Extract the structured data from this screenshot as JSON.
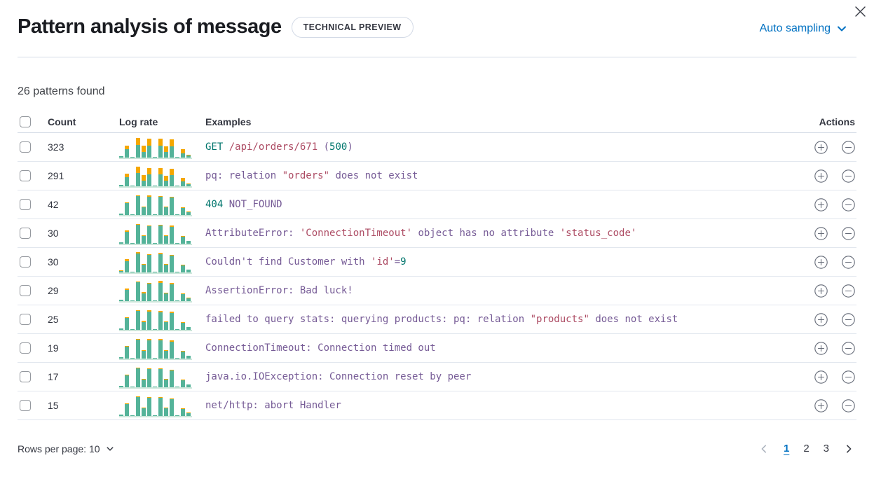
{
  "header": {
    "title": "Pattern analysis of message",
    "badge": "TECHNICAL PREVIEW",
    "sampling_label": "Auto sampling"
  },
  "summary": "26 patterns found",
  "table": {
    "columns": {
      "count": "Count",
      "log_rate": "Log rate",
      "examples": "Examples",
      "actions": "Actions"
    },
    "rows": [
      {
        "count": "323",
        "bars": [
          [
            2,
            0
          ],
          [
            12,
            5
          ],
          [
            1,
            0
          ],
          [
            18,
            10
          ],
          [
            8,
            9
          ],
          [
            17,
            10
          ],
          [
            1,
            0
          ],
          [
            17,
            10
          ],
          [
            8,
            8
          ],
          [
            16,
            10
          ],
          [
            1,
            0
          ],
          [
            6,
            6
          ],
          [
            3,
            1
          ]
        ],
        "example": [
          {
            "t": "GET ",
            "c": "teal"
          },
          {
            "t": "/api/orders/671",
            "c": "red"
          },
          {
            "t": " (",
            "c": "purple"
          },
          {
            "t": "500",
            "c": "teal"
          },
          {
            "t": ")",
            "c": "purple"
          }
        ]
      },
      {
        "count": "291",
        "bars": [
          [
            2,
            0
          ],
          [
            13,
            5
          ],
          [
            1,
            0
          ],
          [
            19,
            9
          ],
          [
            8,
            8
          ],
          [
            17,
            9
          ],
          [
            1,
            0
          ],
          [
            17,
            9
          ],
          [
            8,
            7
          ],
          [
            16,
            9
          ],
          [
            1,
            0
          ],
          [
            7,
            5
          ],
          [
            3,
            1
          ]
        ],
        "example": [
          {
            "t": "pq: relation ",
            "c": "purple"
          },
          {
            "t": "\"orders\"",
            "c": "red"
          },
          {
            "t": " does not exist",
            "c": "purple"
          }
        ]
      },
      {
        "count": "42",
        "bars": [
          [
            2,
            0
          ],
          [
            17,
            1
          ],
          [
            1,
            0
          ],
          [
            27,
            1
          ],
          [
            11,
            1
          ],
          [
            26,
            2
          ],
          [
            1,
            0
          ],
          [
            26,
            1
          ],
          [
            11,
            1
          ],
          [
            25,
            1
          ],
          [
            1,
            0
          ],
          [
            10,
            1
          ],
          [
            4,
            1
          ]
        ],
        "example": [
          {
            "t": "404",
            "c": "teal"
          },
          {
            "t": " NOT_FOUND",
            "c": "purple"
          }
        ]
      },
      {
        "count": "30",
        "bars": [
          [
            2,
            0
          ],
          [
            17,
            2
          ],
          [
            1,
            0
          ],
          [
            27,
            1
          ],
          [
            11,
            1
          ],
          [
            25,
            1
          ],
          [
            1,
            0
          ],
          [
            26,
            1
          ],
          [
            11,
            1
          ],
          [
            24,
            2
          ],
          [
            1,
            0
          ],
          [
            10,
            1
          ],
          [
            4,
            0
          ]
        ],
        "example": [
          {
            "t": "AttributeError: ",
            "c": "purple"
          },
          {
            "t": "'ConnectionTimeout'",
            "c": "red"
          },
          {
            "t": " object has no attribute ",
            "c": "purple"
          },
          {
            "t": "'status_code'",
            "c": "red"
          }
        ]
      },
      {
        "count": "30",
        "bars": [
          [
            2,
            1
          ],
          [
            16,
            3
          ],
          [
            1,
            0
          ],
          [
            27,
            2
          ],
          [
            11,
            1
          ],
          [
            25,
            1
          ],
          [
            1,
            0
          ],
          [
            26,
            2
          ],
          [
            11,
            1
          ],
          [
            24,
            1
          ],
          [
            1,
            0
          ],
          [
            10,
            1
          ],
          [
            4,
            0
          ]
        ],
        "example": [
          {
            "t": "Couldn't find Customer with ",
            "c": "purple"
          },
          {
            "t": "'id'",
            "c": "red"
          },
          {
            "t": "=",
            "c": "purple"
          },
          {
            "t": "9",
            "c": "teal"
          }
        ]
      },
      {
        "count": "29",
        "bars": [
          [
            2,
            0
          ],
          [
            16,
            2
          ],
          [
            1,
            0
          ],
          [
            27,
            1
          ],
          [
            11,
            2
          ],
          [
            25,
            1
          ],
          [
            1,
            0
          ],
          [
            26,
            3
          ],
          [
            11,
            1
          ],
          [
            24,
            2
          ],
          [
            1,
            0
          ],
          [
            10,
            1
          ],
          [
            4,
            1
          ]
        ],
        "example": [
          {
            "t": "AssertionError: Bad luck!",
            "c": "purple"
          }
        ]
      },
      {
        "count": "25",
        "bars": [
          [
            2,
            0
          ],
          [
            17,
            1
          ],
          [
            1,
            0
          ],
          [
            27,
            1
          ],
          [
            11,
            2
          ],
          [
            26,
            2
          ],
          [
            1,
            0
          ],
          [
            25,
            2
          ],
          [
            11,
            1
          ],
          [
            24,
            2
          ],
          [
            1,
            0
          ],
          [
            10,
            1
          ],
          [
            4,
            0
          ]
        ],
        "example": [
          {
            "t": "failed to query stats: querying products: pq: relation ",
            "c": "purple"
          },
          {
            "t": "\"products\"",
            "c": "red"
          },
          {
            "t": " does not exist",
            "c": "purple"
          }
        ]
      },
      {
        "count": "19",
        "bars": [
          [
            2,
            0
          ],
          [
            17,
            1
          ],
          [
            1,
            0
          ],
          [
            27,
            1
          ],
          [
            11,
            1
          ],
          [
            26,
            2
          ],
          [
            1,
            0
          ],
          [
            26,
            2
          ],
          [
            11,
            1
          ],
          [
            24,
            2
          ],
          [
            1,
            0
          ],
          [
            10,
            1
          ],
          [
            4,
            0
          ]
        ],
        "example": [
          {
            "t": "ConnectionTimeout: Connection timed out",
            "c": "purple"
          }
        ]
      },
      {
        "count": "17",
        "bars": [
          [
            2,
            0
          ],
          [
            17,
            1
          ],
          [
            1,
            0
          ],
          [
            27,
            1
          ],
          [
            11,
            1
          ],
          [
            26,
            1
          ],
          [
            1,
            0
          ],
          [
            26,
            1
          ],
          [
            11,
            1
          ],
          [
            24,
            1
          ],
          [
            1,
            0
          ],
          [
            10,
            1
          ],
          [
            4,
            0
          ]
        ],
        "example": [
          {
            "t": "java.io.IOException: Connection reset by peer",
            "c": "purple"
          }
        ]
      },
      {
        "count": "15",
        "bars": [
          [
            2,
            0
          ],
          [
            17,
            1
          ],
          [
            1,
            0
          ],
          [
            27,
            1
          ],
          [
            11,
            1
          ],
          [
            26,
            1
          ],
          [
            1,
            0
          ],
          [
            26,
            1
          ],
          [
            11,
            1
          ],
          [
            24,
            1
          ],
          [
            1,
            0
          ],
          [
            10,
            1
          ],
          [
            4,
            1
          ]
        ],
        "example": [
          {
            "t": "net/http: abort Handler",
            "c": "purple"
          }
        ]
      }
    ]
  },
  "footer": {
    "rows_per_page_label": "Rows per page: 10",
    "pagination": {
      "pages": [
        "1",
        "2",
        "3"
      ],
      "active": "1"
    }
  },
  "colors": {
    "bar_green": "#54b399",
    "bar_orange": "#f5a700",
    "code_purple": "#765b96",
    "code_red": "#ad4c64",
    "code_teal": "#00756c",
    "link_blue": "#0071c2"
  }
}
